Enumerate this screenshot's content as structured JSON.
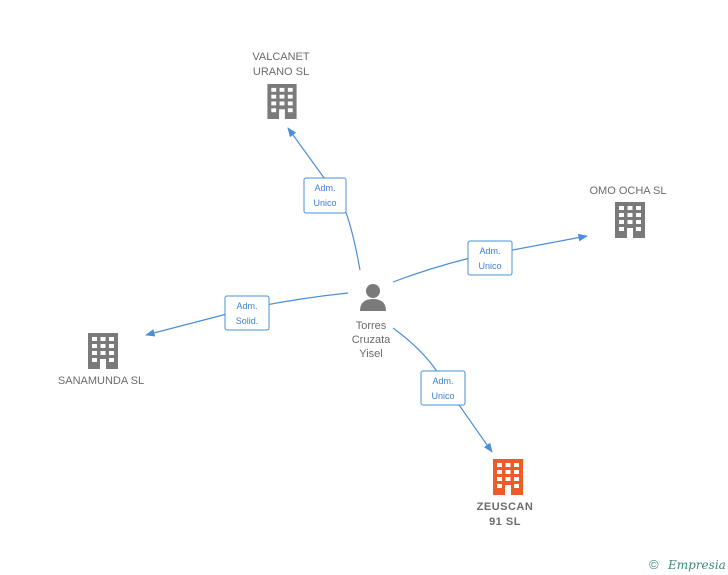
{
  "diagram": {
    "person": {
      "name_lines": [
        "Torres",
        "Cruzata",
        "Yisel"
      ]
    },
    "companies": [
      {
        "id": "valcanet",
        "name_lines": [
          "VALCANET",
          "URANO  SL"
        ],
        "highlight": false
      },
      {
        "id": "omo",
        "name_lines": [
          "OMO OCHA  SL"
        ],
        "highlight": false
      },
      {
        "id": "sanamunda",
        "name_lines": [
          "SANAMUNDA SL"
        ],
        "highlight": false
      },
      {
        "id": "zeuscan",
        "name_lines": [
          "ZEUSCAN",
          "91  SL"
        ],
        "highlight": true
      }
    ],
    "relations": [
      {
        "to": "valcanet",
        "label_lines": [
          "Adm.",
          "Unico"
        ]
      },
      {
        "to": "omo",
        "label_lines": [
          "Adm.",
          "Unico"
        ]
      },
      {
        "to": "sanamunda",
        "label_lines": [
          "Adm.",
          "Solid."
        ]
      },
      {
        "to": "zeuscan",
        "label_lines": [
          "Adm.",
          "Unico"
        ]
      }
    ],
    "colors": {
      "edge": "#4a8fd8",
      "building": "#7a7a7a",
      "building_highlight": "#f05a28",
      "person": "#7a7a7a"
    }
  },
  "footer": {
    "copyright_symbol": "©",
    "brand": "Empresia"
  }
}
